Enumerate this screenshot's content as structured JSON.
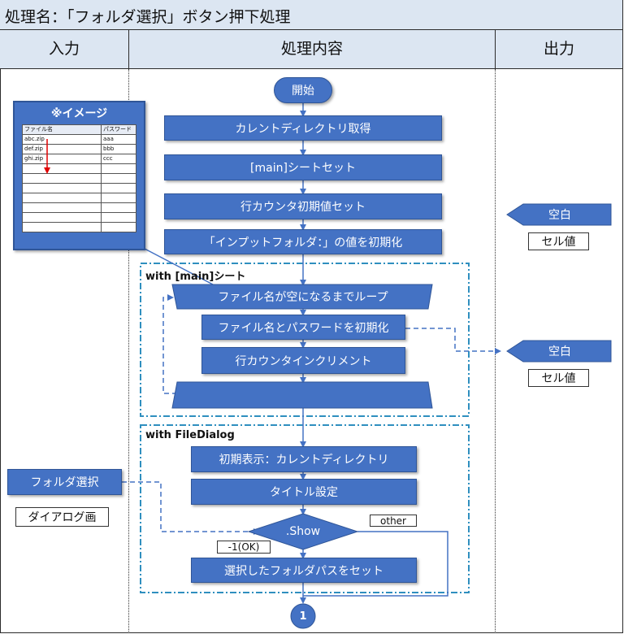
{
  "title": "処理名：「フォルダ選択」ボタン押下処理",
  "columns": {
    "input": "入力",
    "process": "処理内容",
    "output": "出力"
  },
  "image_panel": {
    "title": "※イメージ",
    "headers": [
      "ファイル名",
      "パスワード"
    ],
    "rows": [
      [
        "abc.zip",
        "aaa"
      ],
      [
        "def.zip",
        "bbb"
      ],
      [
        "ghi.zip",
        "ccc"
      ],
      [
        "",
        ""
      ],
      [
        "",
        ""
      ],
      [
        "",
        ""
      ],
      [
        "",
        ""
      ],
      [
        "",
        ""
      ],
      [
        "",
        ""
      ],
      [
        "",
        ""
      ]
    ]
  },
  "flow": {
    "start": "開始",
    "get_dir": "カレントディレクトリ取得",
    "set_sheet": "[main]シートセット",
    "init_counter": "行カウンタ初期値セット",
    "init_input": "「インプットフォルダ：」の値を初期化",
    "group_sheet": "with [main]シート",
    "loop_start": "ファイル名が空になるまでループ",
    "init_names": "ファイル名とパスワードを初期化",
    "increment": "行カウンタインクリメント",
    "loop_end": "",
    "group_dialog": "with FileDialog",
    "init_display": "初期表示：カレントディレクトリ",
    "set_title": "タイトル設定",
    "show": ".Show",
    "branch_other": "other",
    "branch_ok": "-1(OK)",
    "set_path": "選択したフォルダパスをセット",
    "connector": "1"
  },
  "input_side": {
    "button": "フォルダ選択",
    "caption": "ダイアログ画"
  },
  "output_side": {
    "blank1": "空白",
    "value1": "セル値",
    "blank2": "空白",
    "value2": "セル値"
  },
  "colors": {
    "box": "#4472c4",
    "box_border": "#2f5597",
    "header_bg": "#dce6f2",
    "arrow": "#4472c4",
    "red_arrow": "#e00000"
  }
}
